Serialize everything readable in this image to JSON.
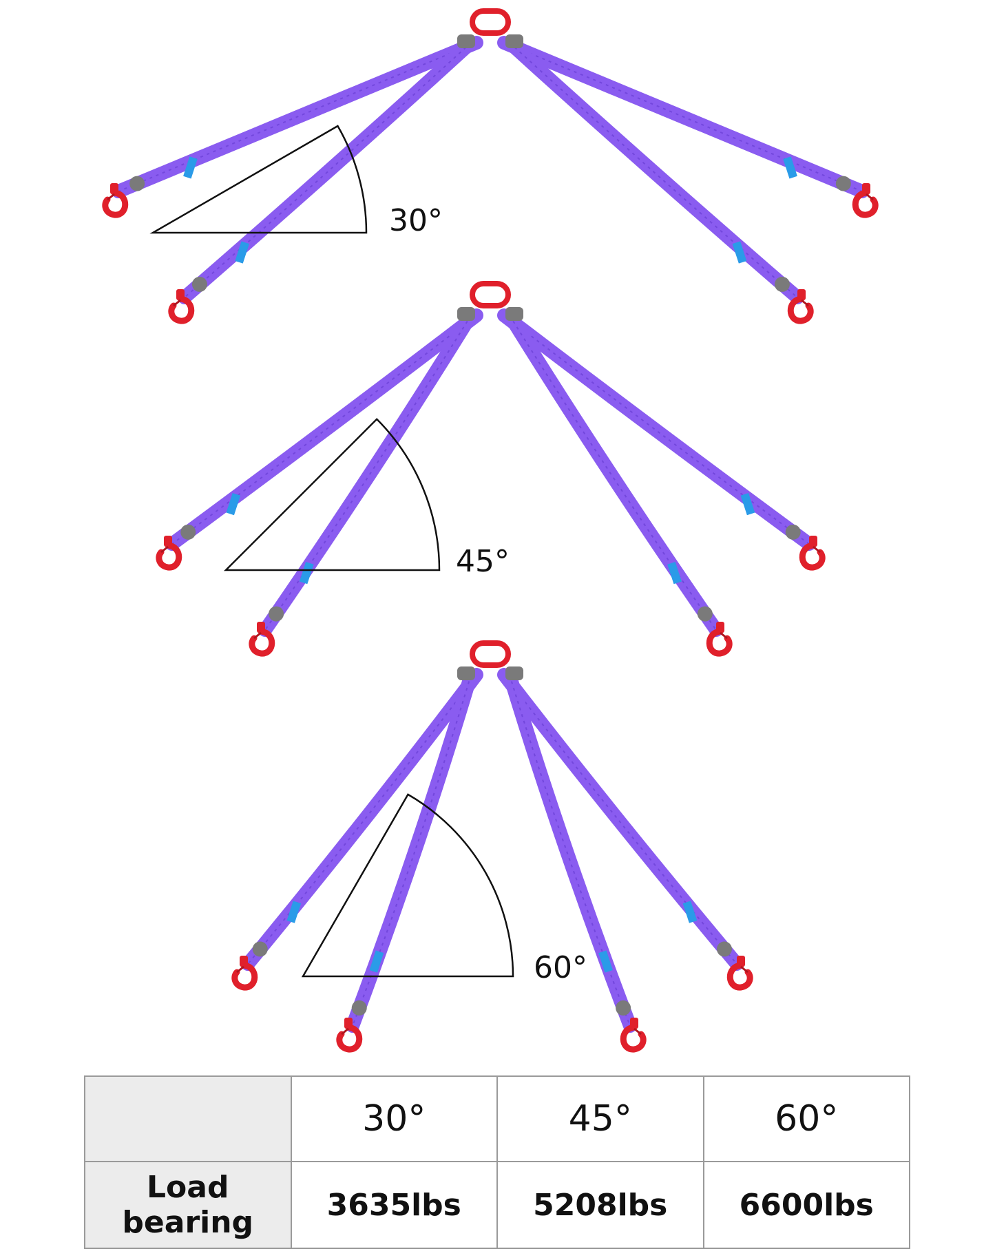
{
  "diagrams": [
    {
      "angle_label": "30°",
      "angle_deg": 30
    },
    {
      "angle_label": "45°",
      "angle_deg": 45
    },
    {
      "angle_label": "60°",
      "angle_deg": 60
    }
  ],
  "table": {
    "headers": [
      "",
      "30°",
      "45°",
      "60°"
    ],
    "row": {
      "label": "Load bearing",
      "values": [
        "3635lbs",
        "5208lbs",
        "6600lbs"
      ]
    }
  },
  "colors": {
    "strap": "#8a5cf0",
    "strap_dark": "#6a3fd4",
    "hook": "#e0202b",
    "ferrule": "#7a7a7a",
    "tag": "#2a9be8",
    "angle_line": "#111111",
    "table_shade": "#ececec"
  }
}
